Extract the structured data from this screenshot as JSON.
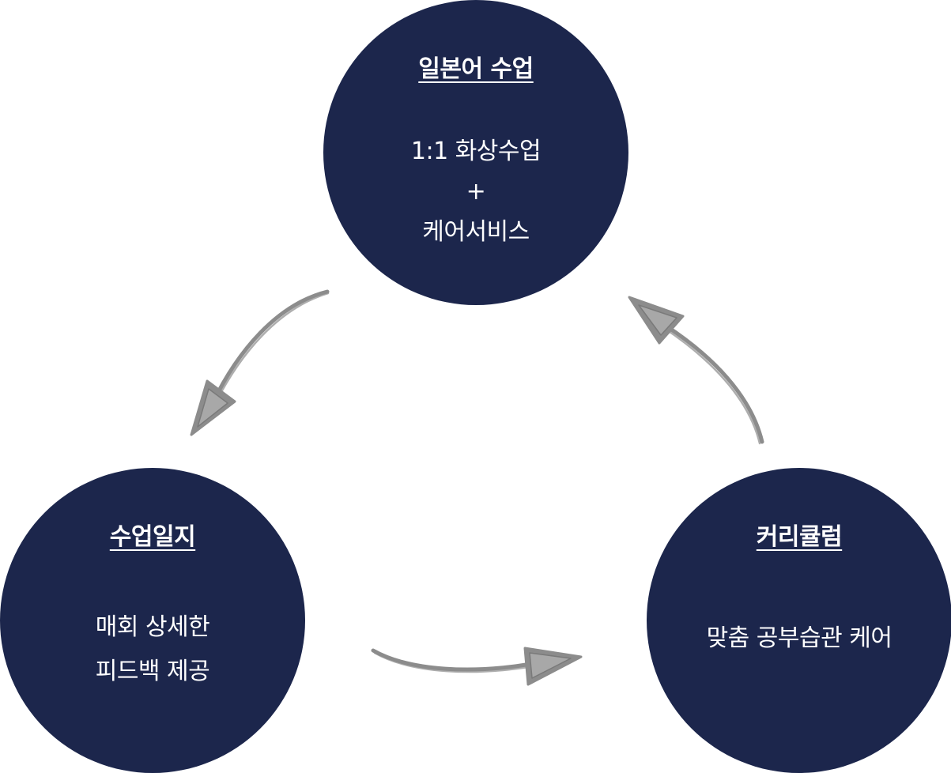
{
  "nodes": {
    "top": {
      "title": "일본어 수업",
      "lines": [
        "1:1 화상수업",
        "+",
        "케어서비스"
      ]
    },
    "left": {
      "title": "수업일지",
      "lines": [
        "매회 상세한",
        "피드백 제공"
      ]
    },
    "right": {
      "title": "커리큘럼",
      "lines": [
        "맞춤 공부습관 케어"
      ]
    }
  },
  "colors": {
    "circle_fill": "#1c264c",
    "text": "#ffffff",
    "arrow": "#8c8c8c"
  },
  "arrows": [
    {
      "from": "top",
      "to": "left"
    },
    {
      "from": "left",
      "to": "right"
    },
    {
      "from": "right",
      "to": "top"
    }
  ]
}
